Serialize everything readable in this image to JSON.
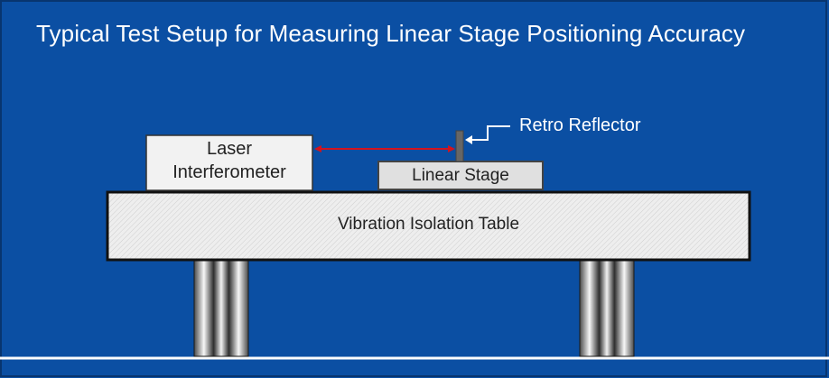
{
  "title": "Typical Test Setup for Measuring Linear Stage Positioning Accuracy",
  "laser_interferometer": {
    "line1": "Laser",
    "line2": "Interferometer"
  },
  "linear_stage": {
    "label": "Linear Stage"
  },
  "retro_reflector": {
    "label": "Retro Reflector"
  },
  "isolation_table": {
    "label": "Vibration Isolation Table"
  },
  "colors": {
    "background": "#0b4fa3",
    "text_on_background": "#ffffff",
    "beam": "#d2141e",
    "box_fill": "#f2f2f2",
    "table_fill": "#e8e8e8",
    "reflector": "#666666"
  }
}
